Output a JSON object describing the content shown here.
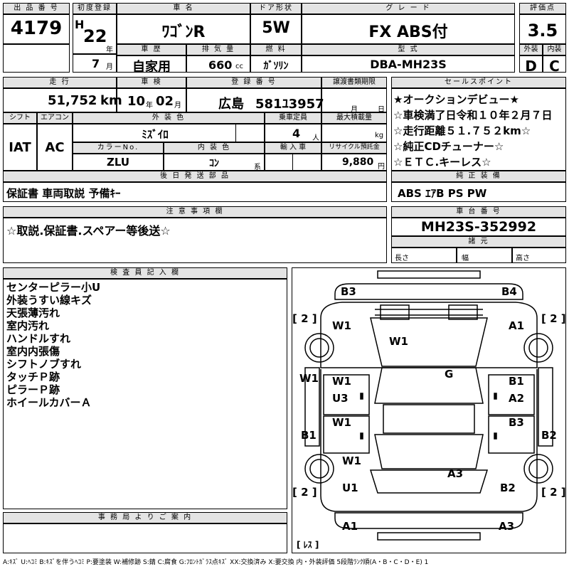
{
  "header_row1": {
    "lot_label": "出 品 番 号",
    "lot": "4179",
    "first_reg_label": "初度登録",
    "era": "H",
    "year": "22",
    "year_unit": "年",
    "month": "7",
    "month_unit": "月",
    "name_label": "車 名",
    "name": "ﾜｺﾞﾝR",
    "door_label": "ドア形状",
    "door": "5W",
    "grade_label": "グ レ ー ド",
    "grade": "FX ABS付",
    "score_label": "評価点",
    "score": "3.5"
  },
  "header_row2": {
    "history_label": "車 歴",
    "history": "自家用",
    "displacement_label": "排 気 量",
    "displacement": "660",
    "displacement_unit": "cc",
    "fuel_label": "燃 料",
    "fuel": "ｶﾞｿﾘﾝ",
    "model_label": "型 式",
    "model": "DBA-MH23S",
    "ext_label": "外装",
    "ext": "D",
    "int_label": "内装",
    "int": "C"
  },
  "row3": {
    "mileage_label": "走 行",
    "mileage": "51,752",
    "mileage_unit": "km",
    "inspection_label": "車 検",
    "insp_year": "10",
    "insp_year_unit": "年",
    "insp_month": "02",
    "insp_month_unit": "月",
    "plate_label": "登 録 番 号",
    "plate_area": "広島",
    "plate_num": "581ﾕ3957",
    "transfer_label": "譲渡書類期限",
    "transfer_month": "月",
    "transfer_day": "日"
  },
  "row4": {
    "shift_label": "シフト",
    "shift": "IAT",
    "ac_label": "エアコン",
    "ac": "AC",
    "color_label": "外 装 色",
    "color": "ﾐｽﾞｲﾛ",
    "capacity_label": "乗車定員",
    "capacity": "4",
    "capacity_unit": "人",
    "load_label": "最大積載量",
    "load_unit": "kg",
    "colorno_label": "カラーNo.",
    "colorno": "ZLU",
    "interior_label": "内 装 色",
    "interior": "ｺﾝ",
    "interior_unit": "系",
    "import_label": "輸 入 車",
    "recycle_label": "リサイクル預託金",
    "recycle": "9,880",
    "recycle_unit": "円"
  },
  "later_parts": {
    "label": "後 日 発 送 部 品",
    "text": "保証書 車両取説 予備ｷｰ"
  },
  "sales_points": {
    "label": "セールスポイント",
    "items": [
      "★オークションデビュー★",
      "☆車検満了日令和１０年２月７日",
      "☆走行距離５１.７５２km☆",
      "☆純正CDチューナー☆",
      "☆ＥＴＣ.キーレス☆"
    ]
  },
  "equipment": {
    "label": "純 正 装 備",
    "text": "ABS ｴｱB PS PW"
  },
  "notes": {
    "label": "注 意 事 項 欄",
    "text": "☆取説.保証書.スペアー等後送☆"
  },
  "chassis": {
    "label": "車 台 番 号",
    "value": "MH23S-352992"
  },
  "dimensions": {
    "label": "諸 元",
    "length": "長さ",
    "width": "幅",
    "height": "高さ"
  },
  "inspector": {
    "label": "検 査 員 記 入 欄",
    "lines": [
      "センターピラー小U",
      "外装うすい線キズ",
      "天張薄汚れ",
      "室内汚れ",
      "ハンドルすれ",
      "室内内張傷",
      "シフトノブすれ",
      "タッチＰ跡",
      "ピラーＰ跡",
      "ホイールカバーＡ"
    ]
  },
  "office": {
    "label": "事 務 局 よ り ご 案 内"
  },
  "diagram": {
    "marks": {
      "b3": "B3",
      "b4": "B4",
      "tire_fl": "[ 2 ]",
      "tire_fr": "[ 2 ]",
      "tire_rl": "[ 2 ]",
      "tire_rr": "[ 2 ]",
      "w1_fender_l": "W1",
      "a1_fender_r": "A1",
      "w1_hood": "W1",
      "w1_side_l": "W1",
      "g_glass": "G",
      "w1_frdoor_l": "W1",
      "b1_frdoor_r": "B1",
      "u3_frdoor_l": "U3",
      "a2_frdoor_r": "A2",
      "w1_rrdoor_l": "W1",
      "b3_rrdoor_r": "B3",
      "b1_sill_l": "B1",
      "b2_sill_r": "B2",
      "w1_quarter_l": "W1",
      "a3_roof": "A3",
      "u1_quarter_l": "U1",
      "b2_quarter_r": "B2",
      "a1_bumper_l": "A1",
      "a3_bumper_r": "A3",
      "spare": "[ ﾚｽ ]"
    }
  },
  "legend": "A:ｷｽﾞ U:ﾍｺﾐ B:ｷｽﾞを伴うﾍｺﾐ P:要塗装 W:補修跡 S:錆 C:腐食 G:ﾌﾛﾝﾄｶﾞﾗｽ点ｷｽﾞ XX:交換済み X:要交換 内・外装評価 5段階ﾗﾝｸ順(A・B・C・D・E) 1"
}
